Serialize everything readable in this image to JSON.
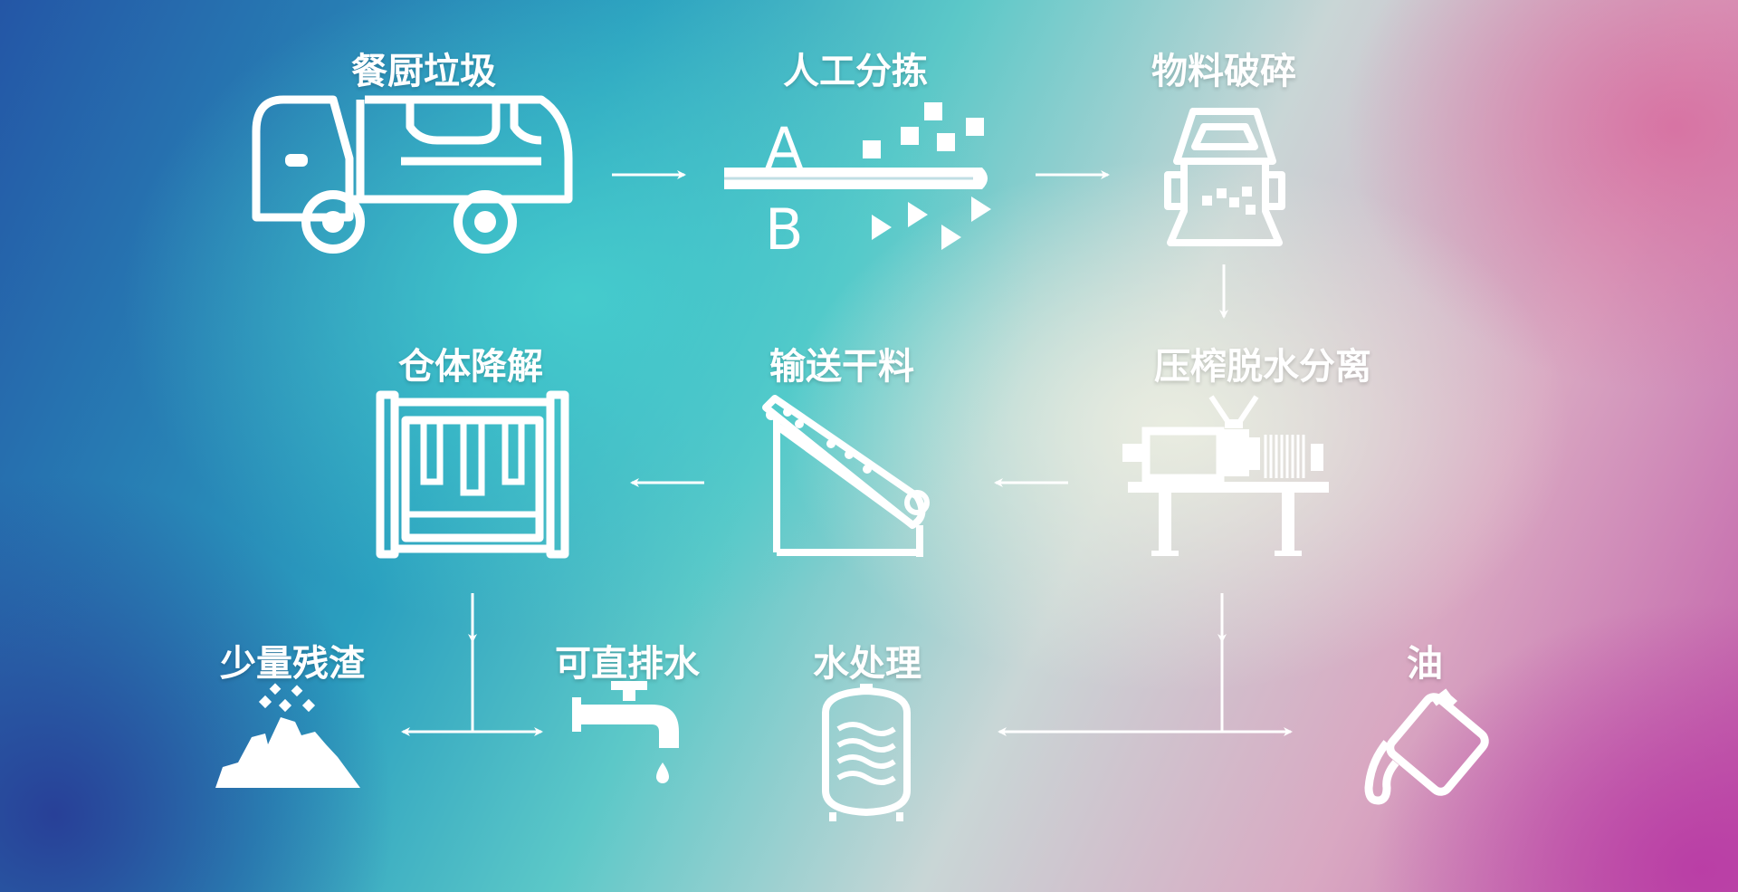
{
  "steps": {
    "kitchen_waste": "餐厨垃圾",
    "manual_sorting": "人工分拣",
    "crushing": "物料破碎",
    "press_dewatering": "压榨脱水分离",
    "conveying": "输送干料",
    "degradation": "仓体降解",
    "residue": "少量残渣",
    "discharge_water": "可直排水",
    "water_treatment": "水处理",
    "oil": "油"
  },
  "sorting_icon": {
    "letter_a": "A",
    "letter_b": "B"
  },
  "colors": {
    "foreground": "#ffffff"
  },
  "icons": [
    "garbage-truck-icon",
    "sorting-icon",
    "crusher-icon",
    "press-machine-icon",
    "conveyor-icon",
    "degradation-tank-icon",
    "residue-pile-icon",
    "faucet-icon",
    "water-tank-icon",
    "oil-can-icon"
  ]
}
